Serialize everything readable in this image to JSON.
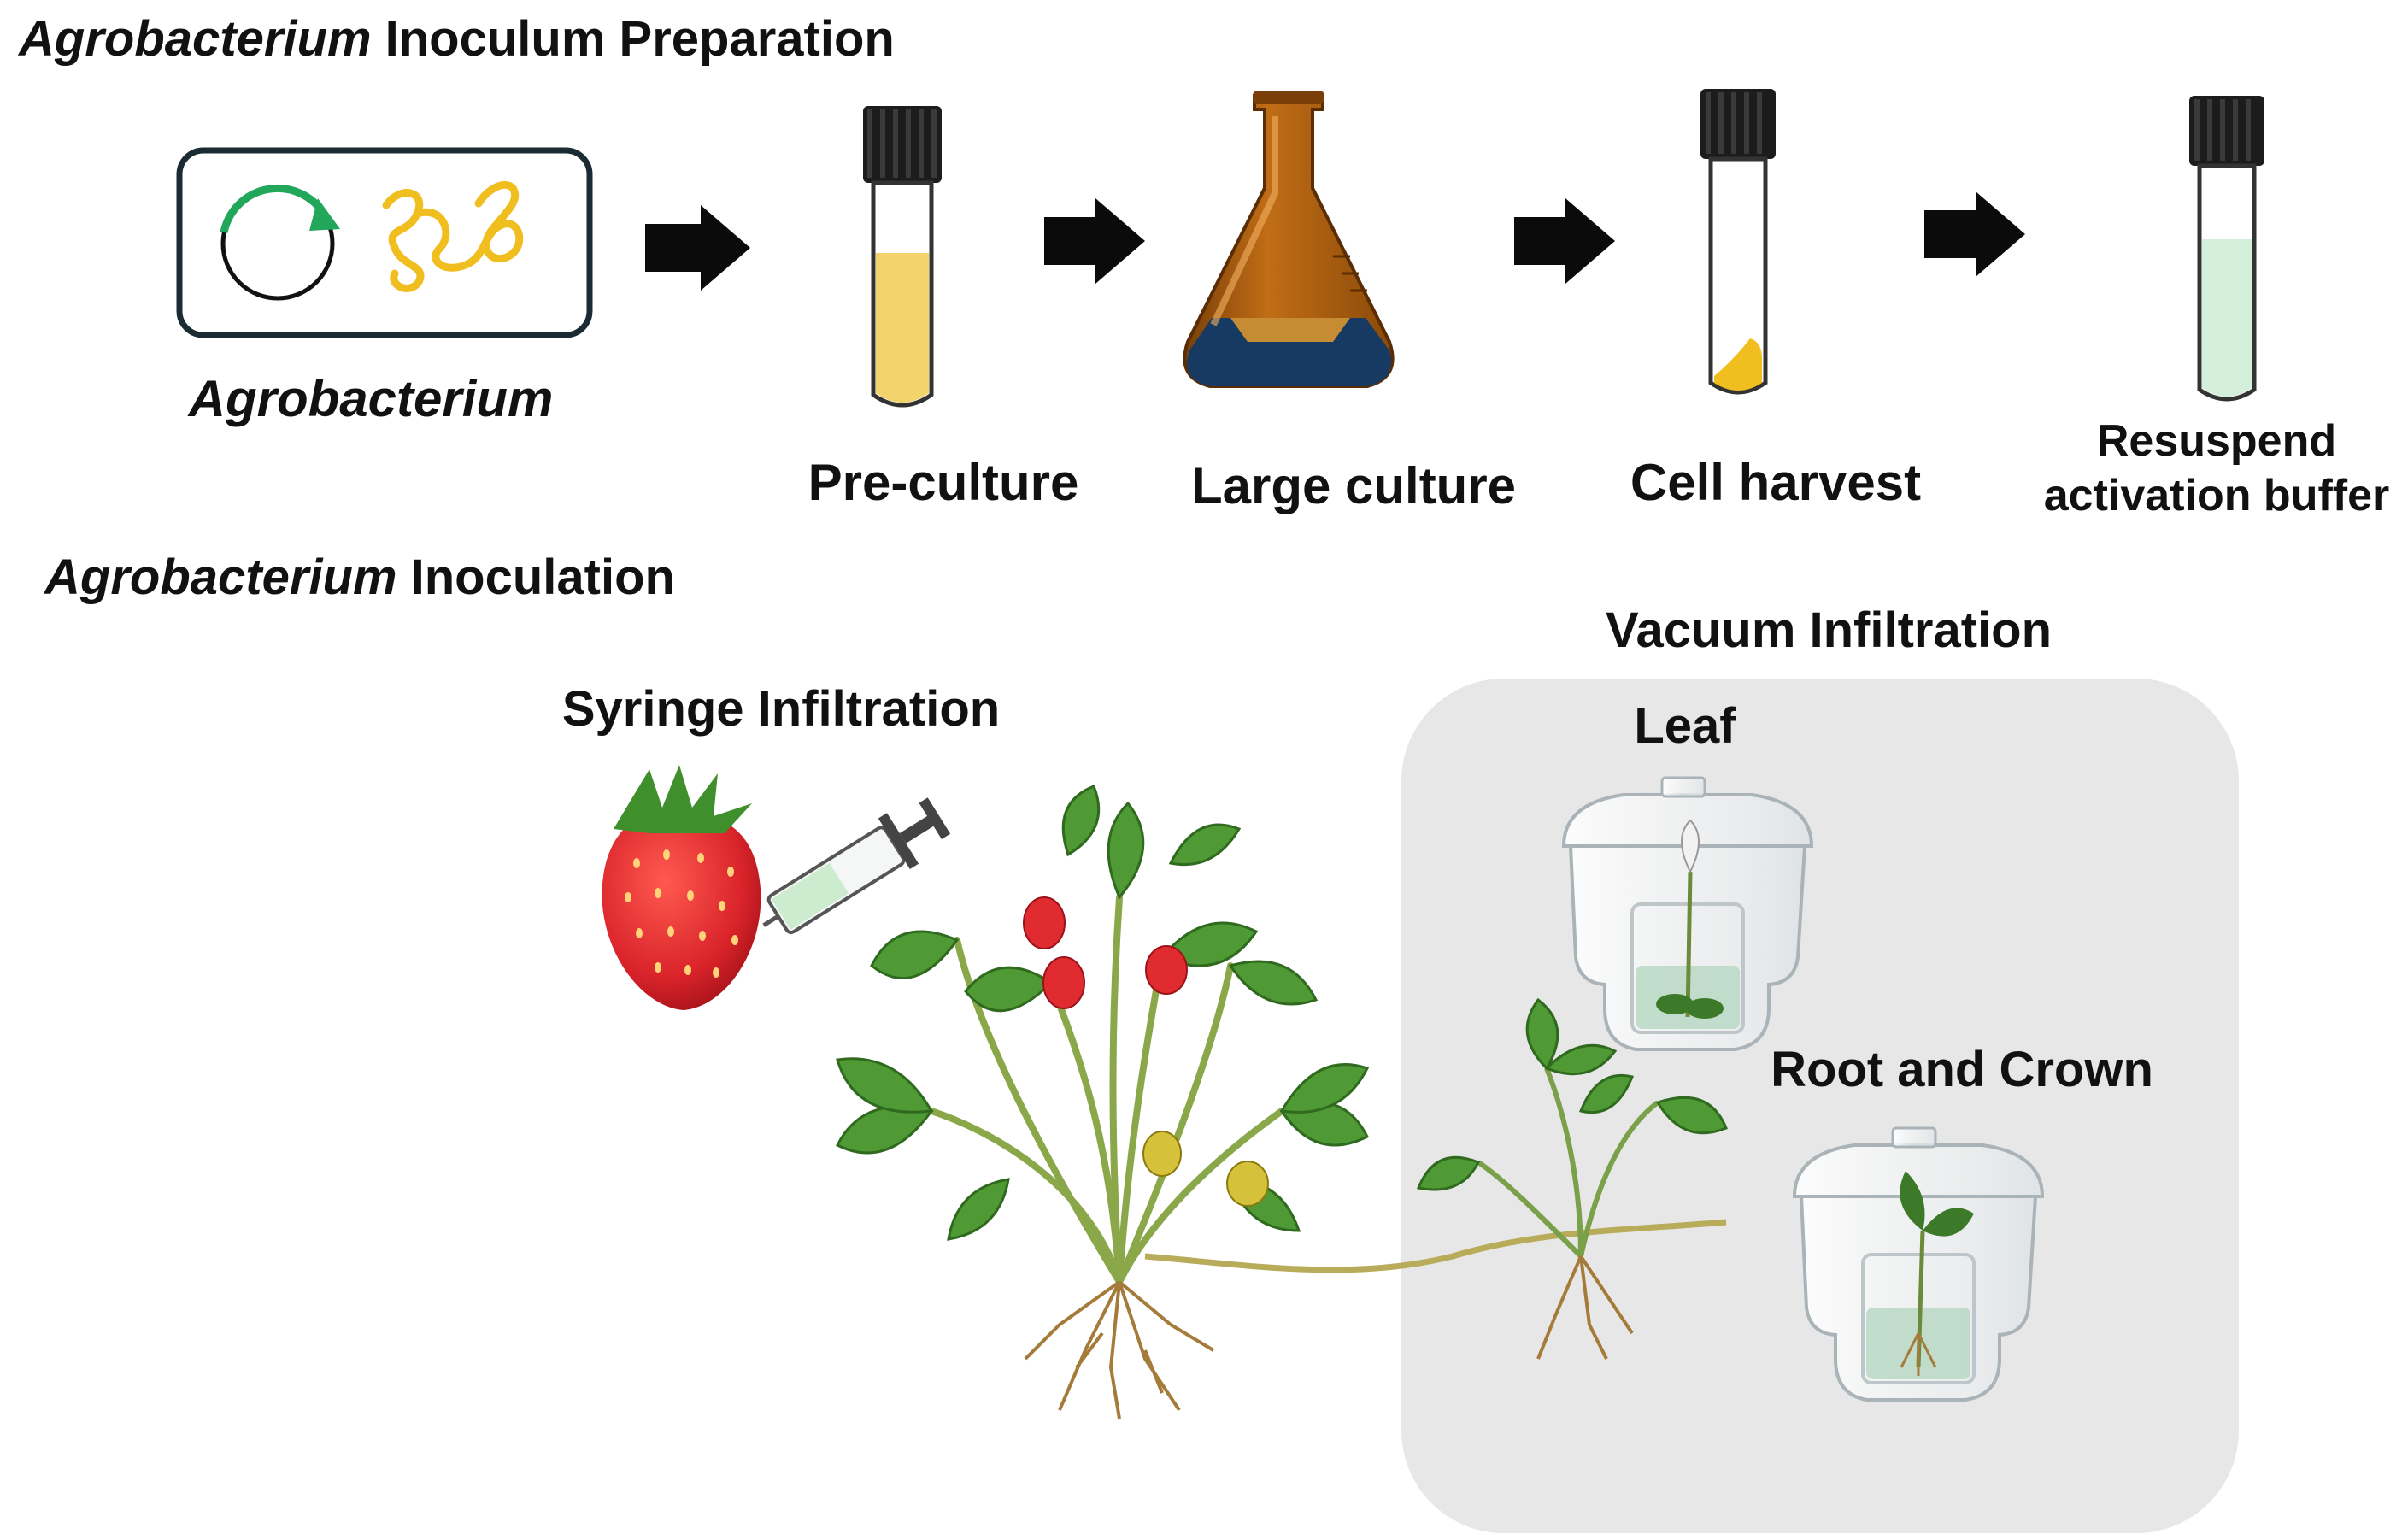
{
  "section1": {
    "title_italic": "Agrobacterium",
    "title_rest": " Inoculum Preparation",
    "plasmid_label": "Agrobacterium",
    "steps": [
      "Pre-culture",
      "Large culture",
      "Cell harvest"
    ],
    "resuspend_line1": "Resuspend",
    "resuspend_line2": "activation buffer"
  },
  "section2": {
    "title_italic": "Agrobacterium",
    "title_rest": " Inoculation",
    "syringe_label": "Syringe Infiltration",
    "vacuum_label": "Vacuum Infiltration",
    "leaf_label": "Leaf",
    "root_label": "Root and Crown"
  },
  "colors": {
    "culture_yellow": "#f3d36b",
    "flask_brown": "#a35a0f",
    "flask_blue": "#173a63",
    "buffer_green": "#d3efd9",
    "plasmid_green": "#21a65a",
    "dna_gold": "#f0be1e",
    "panel_gray": "#e7e7e7",
    "leaf_green": "#4f9a35",
    "strawberry_red": "#d9232a"
  }
}
